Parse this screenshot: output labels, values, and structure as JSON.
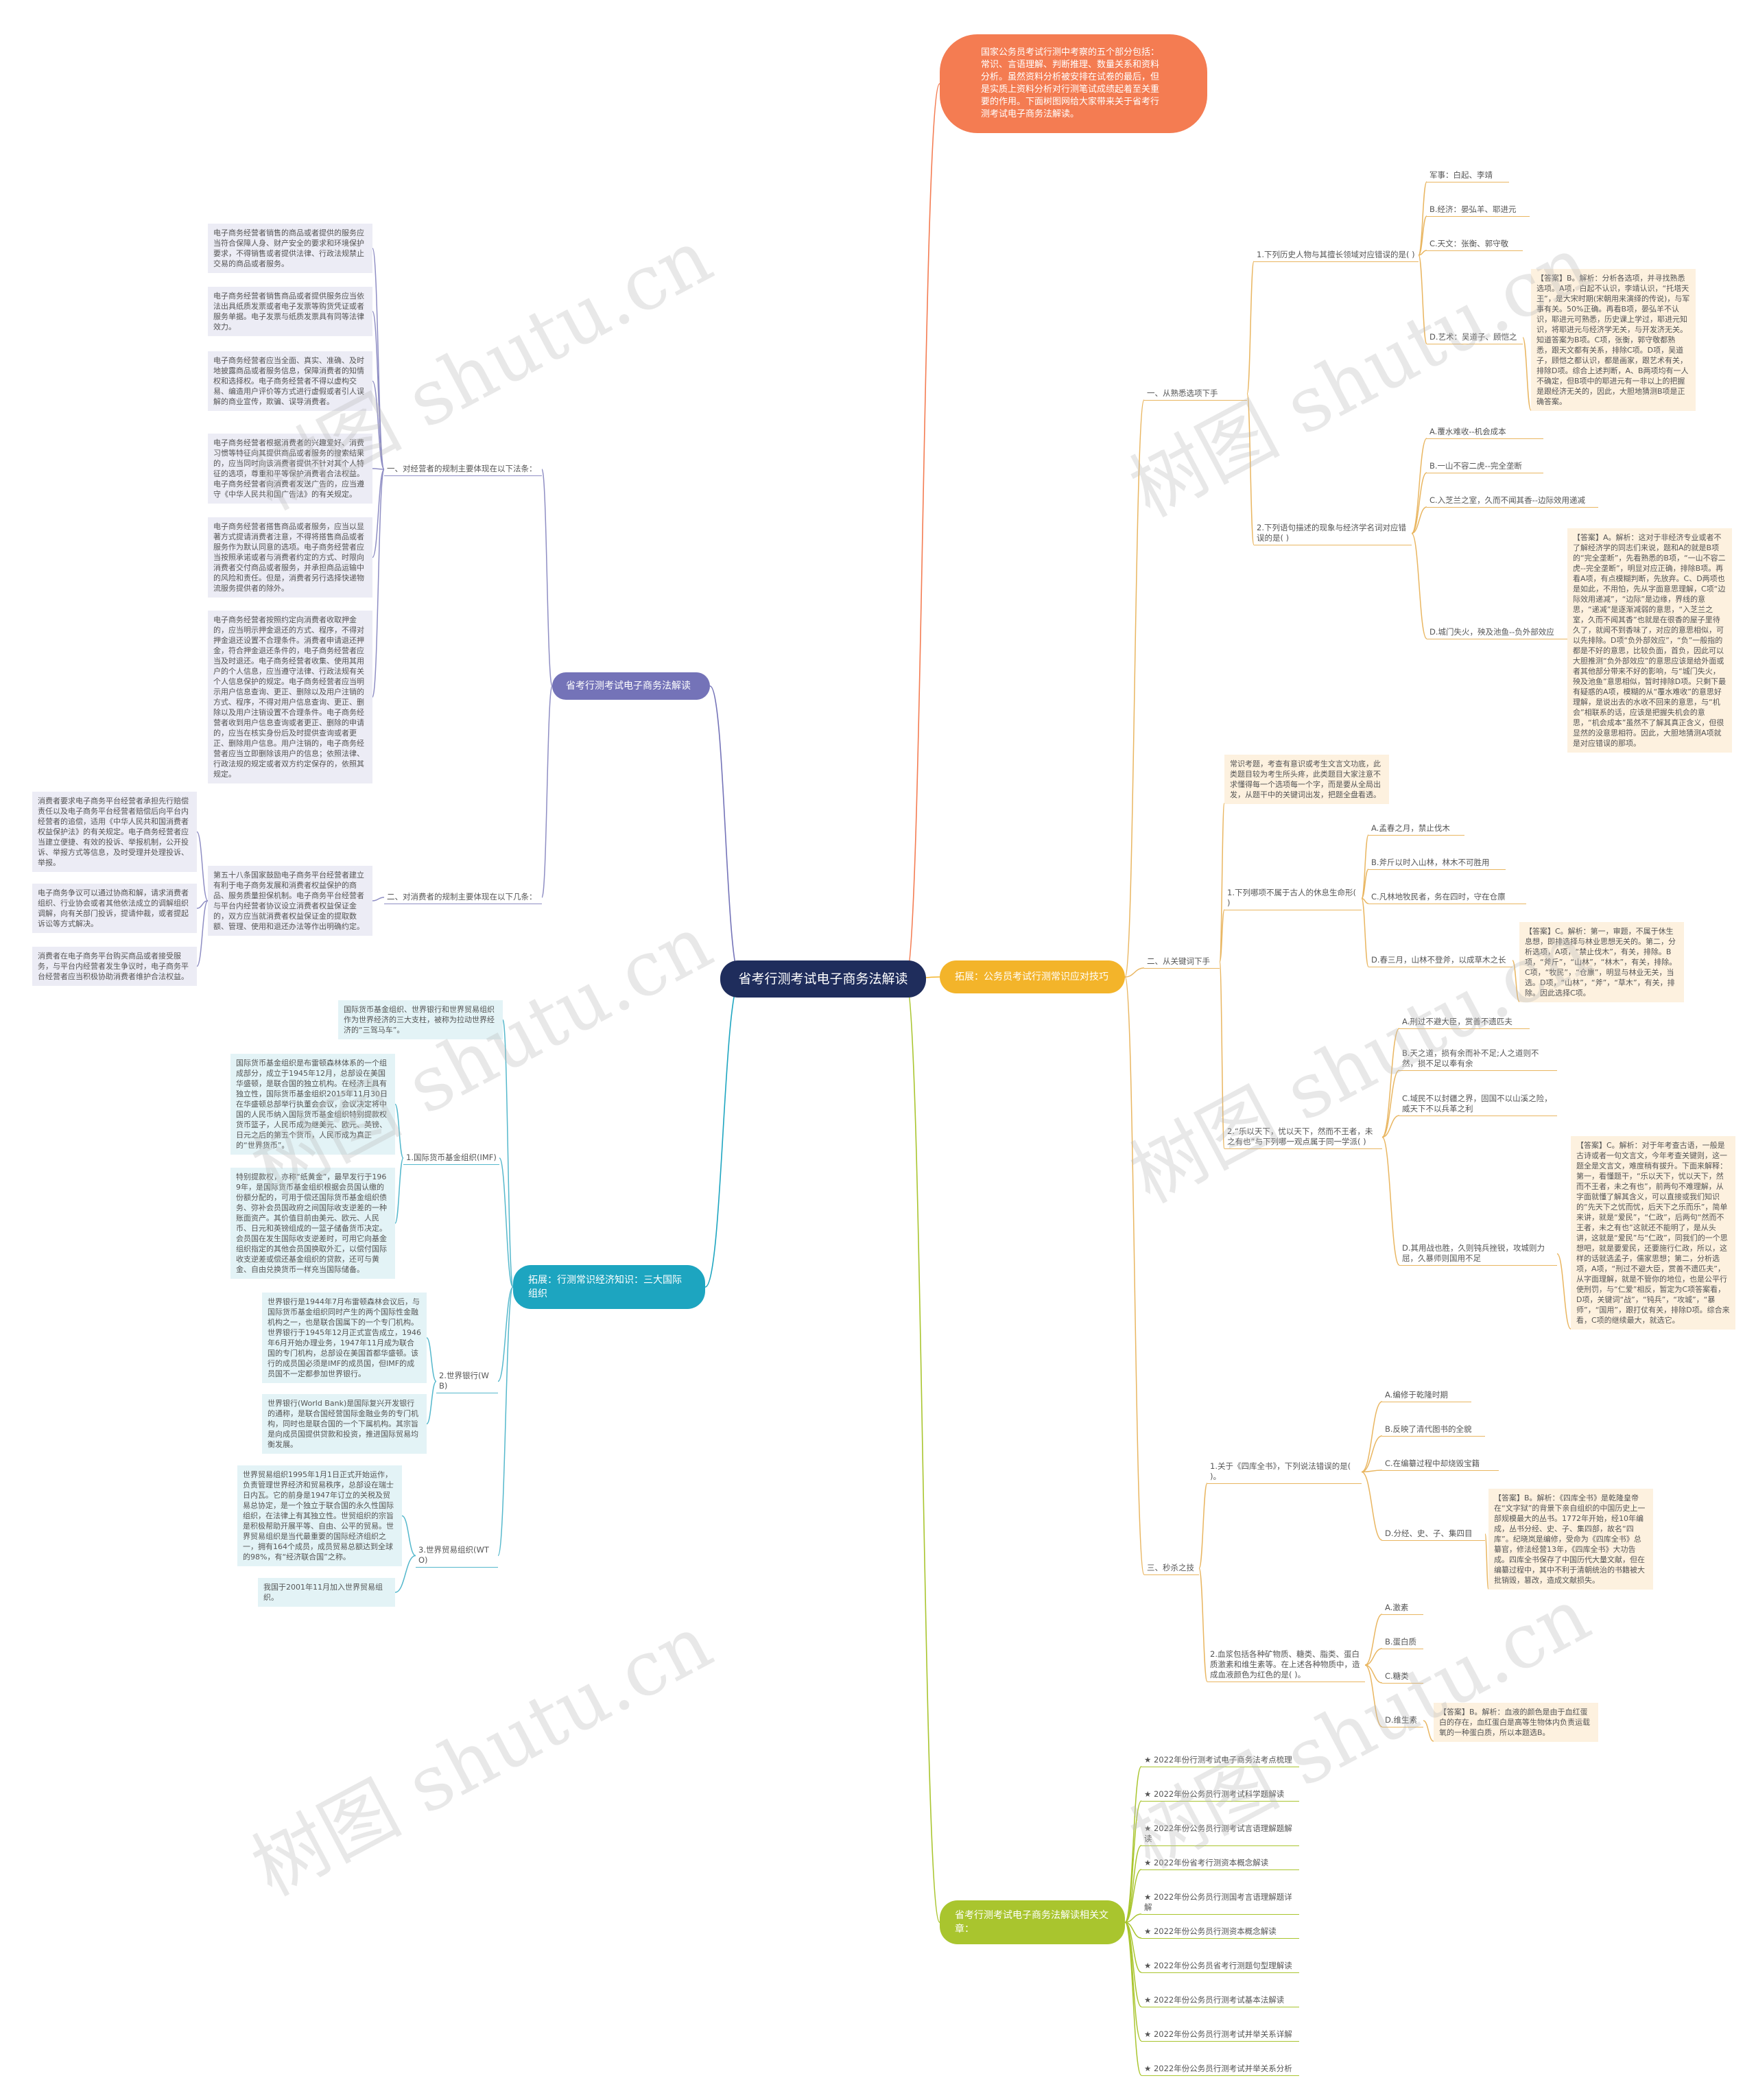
{
  "center": "省考行测考试电子商务法解读",
  "intro": "国家公务员考试行测中考察的五个部分包括：常识、言语理解、判断推理、数量关系和资料分析。虽然资料分析被安排在试卷的最后，但是实质上资料分析对行测笔试成绩起着至关重要的作用。下面树图网给大家带来关于省考行测考试电子商务法解读。",
  "right_tips": {
    "title": "拓展：公务员考试行测常识应对技巧",
    "g1": {
      "title": "一、从熟悉选项下手",
      "q1": {
        "q": "1.下列历史人物与其擅长领域对应错误的是( )",
        "opts": [
          "军事：白起、李靖",
          "B.经济：晏弘羊、耶进元",
          "C.天文：张衡、郭守敬",
          "D.艺术：吴道子、顾恺之"
        ],
        "ans": "【答案】B。解析：分析各选项，并寻找熟悉选项。A项，白起不认识，李靖认识，“托塔天王”，是大宋时期(宋朝用来演绎的传说)，与军事有关。50%正确。再看B项，晏弘羊不认识，耶进元可熟悉，历史课上学过，耶进元知识，将耶进元与经济学无关，与开发济无关。知道答案为B项。C项，张衡，郭守敬都熟悉，跟天文都有关系，排除C项。D项，吴道子，顾恺之都认识，都是画家，跟艺术有关，排除D项。综合上述判断，A、B两项均有一人不确定，但B项中的耶进元有一非以上的把握是跟经济无关的，因此，大胆地猜测B项是正确答案。"
      },
      "q2": {
        "q": "2.下列语句描述的现象与经济学名词对应错误的是( )",
        "opts": [
          "A.覆水难收--机会成本",
          "B.一山不容二虎--完全垄断",
          "C.入芝兰之室，久而不闻其香--边际效用递减",
          "D.城门失火，殃及池鱼--负外部效应"
        ],
        "ans": "【答案】A。解析：这对于非经济专业或者不了解经济学的同志们来说，题和A的就是B项的“完全垄断”，先看熟悉的B项，“一山不容二虎--完全垄断”，明显对应正确，排除B项。再看A项，有点模糊判断，先放弃。C、D两项也是如此，不用怕，先从字面意思理解，C项“边际效用递减”，“边际”是边缘，界线的意思，“递减”是逐渐减弱的意思，“入芝兰之室，久而不闻其香”也就是在很香的屋子里待久了，就闻不到香味了，对应的意思相似，可以先排除。D项“负外部效应”，“负”一般指的都是不好的意思，比较负面，首负，因此可以大胆推测“负外部效应”的意思应该是给外面或者其他部分带来不好的影响，与“城门失火，殃及池鱼”意思相似，暂时排除D项。只剩下最有疑惑的A项，模糊的从“覆水难收”的意思好理解，是说出去的水收不回来的意思，与“机会”相联系的话，应该是把握失机会的意思，“机会成本”虽然不了解其真正含义，但很显然的没意思相符。因此，大胆地猜测A项就是对应错误的那项。"
      }
    },
    "g2": {
      "title": "二、从关键词下手",
      "desc": "常识考题，考查有意识或考生文言文功底，此类题目较为考生所头疼，此类题目大家注意不求懂得每一个选项每一个字，而是要从全局出发，从题干中的关键词出发，把题全盘看透。",
      "q1": {
        "q": "1.下列哪项不属于古人的休息生命形( )",
        "opts": [
          "A.孟春之月，禁止伐木",
          "B.斧斤以时入山林，林木不可胜用",
          "C.凡林地牧民者，务在四时，守在仓廪",
          "D.春三月，山林不登斧，以成草木之长"
        ],
        "ans": "【答案】C。解析：第一，审题，不属于休生息想，即排选择与林业思想无关的。第二，分析选项，A项，“禁止伐木”，有关，排除。B项，“斧斤”，“山林”，“林木”，有关，排除。C项，“牧民”，“仓廪”，明显与林业无关，当选。D项，“山林”，“斧”，“草木”，有关，排除。因此选择C项。"
      },
      "q2": {
        "q": "2.“乐以天下，忧以天下，然而不王者，未之有也”与下列哪一观点属于同一学派( )",
        "opts": [
          "A.刑过不避大臣，赏善不遗匹夫",
          "B.天之道，损有余而补不足;人之道则不然，损不足以奉有余",
          "C.域民不以封疆之界，固国不以山溪之险，威天下不以兵革之利",
          "D.其用战也胜，久则钝兵挫锐，攻城则力屈，久暴师则国用不足"
        ],
        "ans": "【答案】C。解析：对于年考查古语，一般是古诗或者一句文言文，今年考查关键则，这一题全是文言文，难度稍有拔升。下面来解释：第一，看懂题干，“乐以天下，忧以天下，然而不王者，未之有也”，前两句不难理解，从字面就懂了解其含义，可以直接或我们知识的“先天下之忧而忧，后天下之乐而乐”，简单来讲，就是“爱民”，“仁政”，后两句“然而不王者，未之有也”这就还不能明了，是从头讲，这就是“爱民”与“仁政”，同我们的一个思想吧，就是要爱民，还要施行仁政，所以，这样的话就选孟子，儒家思想；第二，分析选项，A项，“刑过不避大臣，赏善不遗匹夫”，从字面理解，就是不管你的地位，也是公平行使刑罚，与“仁爱”相反，暂定为C项答案看，D项，关键词“战”，“钝兵”，“攻城”，“暴师”，“国用”，跟打仗有关，排除D项。综合来看，C项的继续最大，就选它。"
      }
    },
    "g3": {
      "title": "三、秒杀之技",
      "q1": {
        "q": "1.关于《四库全书》，下列说法错误的是( )。",
        "opts": [
          "A.编修于乾隆时期",
          "B.反映了清代图书的全貌",
          "C.在编纂过程中却烧毁宝籍",
          "D.分经、史、子、集四目"
        ],
        "ans": "【答案】B。解析：《四库全书》是乾隆皇帝在“文字狱”的背景下亲自组织的中国历史上一部规模最大的丛书。1772年开始，经10年编成，丛书分经、史、子、集四部，故名“四库”。纪晓岚是编修，受命为《四库全书》总纂官，修法经营13年，《四库全书》大功告成。四库全书保存了中国历代大量文献，但在编纂过程中，其中不利于清朝统治的书籍被大批销毁，篡改，造成文献损失。"
      },
      "q2": {
        "q": "2.血浆包括各种矿物质、糖类、脂类、蛋白质激素和维生素等。在上述各种物质中，造成血液颜色为红色的是( )。",
        "opts": [
          "A.激素",
          "B.蛋白质",
          "C.糖类",
          "D.维生素"
        ],
        "ans": "【答案】B。解析：血液的颜色是由于血红蛋白的存在，血红蛋白是高等生物体内负责运载氧的一种蛋白质，所以本题选B。"
      }
    }
  },
  "right_links": {
    "title": "省考行测考试电子商务法解读相关文章：",
    "items": [
      "★ 2022年份行测考试电子商务法考点梳理",
      "★ 2022年份公务员行测考试科学题解读",
      "★ 2022年份公务员行测考试言语理解题解读",
      "★ 2022年份省考行测资本概念解读",
      "★ 2022年份公务员行测国考言语理解题详解",
      "★ 2022年份公务员行测资本概念解读",
      "★ 2022年份公务员省考行测题句型理解读",
      "★ 2022年份公务员行测考试基本法解读",
      "★ 2022年份公务员行测考试并举关系详解",
      "★ 2022年份公务员行测考试并举关系分析"
    ]
  },
  "left_law": {
    "title": "省考行测考试电子商务法解读",
    "s1": {
      "title": "一、对经营者的规制主要体现在以下法条：",
      "items": [
        "电子商务经营者销售的商品或者提供的服务应当符合保障人身、财产安全的要求和环境保护要求，不得销售或者提供法律、行政法规禁止交易的商品或者服务。",
        "电子商务经营者销售商品或者提供服务应当依法出具纸质发票或者电子发票等购货凭证或者服务单据。电子发票与纸质发票具有同等法律效力。",
        "电子商务经营者应当全面、真实、准确、及时地披露商品或者服务信息，保障消费者的知情权和选择权。电子商务经营者不得以虚构交易、编造用户评价等方式进行虚假或者引人误解的商业宣传，欺骗、误导消费者。",
        "电子商务经营者根据消费者的兴趣爱好、消费习惯等特征向其提供商品或者服务的搜索结果的，应当同时向该消费者提供不针对其个人特征的选项，尊重和平等保护消费者合法权益。电子商务经营者向消费者发送广告的，应当遵守《中华人民共和国广告法》的有关规定。",
        "电子商务经营者搭售商品或者服务，应当以显著方式提请消费者注意，不得将搭售商品或者服务作为默认同意的选项。电子商务经营者应当按照承诺或者与消费者约定的方式、时限向消费者交付商品或者服务，并承担商品运输中的风险和责任。但是，消费者另行选择快递物流服务提供者的除外。",
        "电子商务经营者按照约定向消费者收取押金的，应当明示押金退还的方式、程序，不得对押金退还设置不合理条件。消费者申请退还押金，符合押金退还条件的，电子商务经营者应当及时退还。电子商务经营者收集、使用其用户的个人信息，应当遵守法律、行政法规有关个人信息保护的规定。电子商务经营者应当明示用户信息查询、更正、删除以及用户注销的方式、程序，不得对用户信息查询、更正、删除以及用户注销设置不合理条件。电子商务经营者收到用户信息查询或者更正、删除的申请的，应当在核实身份后及时提供查询或者更正、删除用户信息。用户注销的，电子商务经营者应当立即删除该用户的信息；依照法律、行政法规的规定或者双方约定保存的，依照其规定。"
      ]
    },
    "s2": {
      "title": "二、对消费者的规制主要体现在以下几条：",
      "main": "第五十八条国家鼓励电子商务平台经营者建立有利于电子商务发展和消费者权益保护的商品、服务质量担保机制。电子商务平台经营者与平台内经营者协议设立消费者权益保证金的，双方应当就消费者权益保证金的提取数额、管理、使用和退还办法等作出明确约定。",
      "items": [
        "消费者要求电子商务平台经营者承担先行赔偿责任以及电子商务平台经营者赔偿后向平台内经营者的追偿，适用《中华人民共和国消费者权益保护法》的有关规定。电子商务经营者应当建立便捷、有效的投诉、举报机制，公开投诉、举报方式等信息，及时受理并处理投诉、举报。",
        "电子商务争议可以通过协商和解，请求消费者组织、行业协会或者其他依法成立的调解组织调解，向有关部门投诉，提请仲裁，或者提起诉讼等方式解决。",
        "消费者在电子商务平台购买商品或者接受服务，与平台内经营者发生争议时，电子商务平台经营者应当积极协助消费者维护合法权益。"
      ]
    }
  },
  "left_org": {
    "title": "拓展：行测常识经济知识：三大国际组织",
    "top": "国际货币基金组织、世界银行和世界贸易组织作为世界经济的三大支柱，被称为拉动世界经济的“三驾马车”。",
    "imf": {
      "title": "1.国际货币基金组织(IMF)",
      "items": [
        "国际货币基金组织是布雷顿森林体系的一个组成部分，成立于1945年12月，总部设在美国华盛顿，是联合国的独立机构。在经济上具有独立性，国际货币基金组织2015年11月30日在华盛顿总部举行执董会会议，会议决定将中国的人民币纳入国际货币基金组织特别提款权货币篮子，人民币成为继美元、欧元、英镑、日元之后的第五个货币，人民币成为真正的“世界货币”。",
        "特别提款权，亦称“纸黄金”，最早发行于1969年，是国际货币基金组织根据会员国认缴的份额分配的，可用于偿还国际货币基金组织债务、弥补会员国政府之间国际收支逆差的一种账面资产。其价值目前由美元、欧元、人民币、日元和英镑组成的一篮子储备货币决定。会员国在发生国际收支逆差时，可用它向基金组织指定的其他会员国换取外汇，以偿付国际收支逆差或偿还基金组织的贷款，还可与黄金、自由兑换货币一样充当国际储备。"
      ]
    },
    "wb": {
      "title": "2.世界银行(WB)",
      "items": [
        "世界银行是1944年7月布雷顿森林会议后，与国际货币基金组织同时产生的两个国际性金融机构之一，也是联合国属下的一个专门机构。世界银行于1945年12月正式宣告成立，1946年6月开始办理业务，1947年11月成为联合国的专门机构，总部设在美国首都华盛顿。该行的成员国必须是IMF的成员国，但IMF的成员国不一定都参加世界银行。",
        "世界银行(World Bank)是国际复兴开发银行的通称，是联合国经营国际金融业务的专门机构，同时也是联合国的一个下属机构。其宗旨是向成员国提供贷款和投资，推进国际贸易均衡发展。"
      ]
    },
    "wto": {
      "title": "3.世界贸易组织(WTO)",
      "items": [
        "世界贸易组织1995年1月1日正式开始运作，负责管理世界经济和贸易秩序，总部设在瑞士日内瓦。它的前身是1947年订立的关税及贸易总协定，是一个独立于联合国的永久性国际组织，在法律上有其独立性。世贸组织的宗旨是积极帮助开展平等、自由、公平的贸易。世界贸易组织是当代最重要的国际经济组织之一，拥有164个成员，成员贸易总额达到全球的98%，有“经济联合国”之称。",
        "我国于2001年11月加入世界贸易组织。"
      ]
    }
  },
  "watermark": "树图 shutu.cn",
  "colors": {
    "center": "#1f2d5c",
    "orange": "#f47c52",
    "yellow": "#f3b42a",
    "purple": "#7473b8",
    "teal": "#1da5c0",
    "green": "#a9c52e"
  }
}
